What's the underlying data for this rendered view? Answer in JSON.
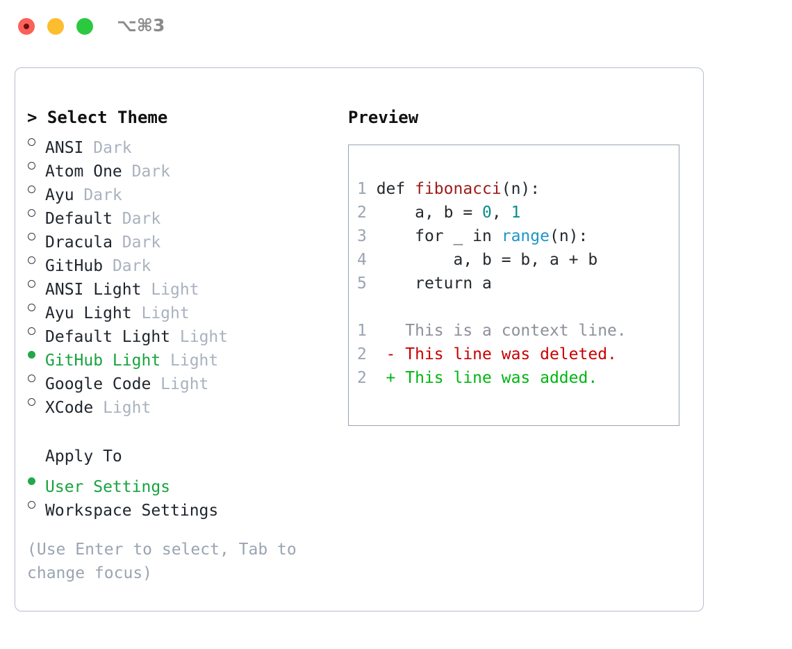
{
  "titlebar": {
    "shortcut": "⌥⌘3",
    "buttons": [
      {
        "name": "close",
        "color": "#fb6059"
      },
      {
        "name": "minimize",
        "color": "#fcbd2e"
      },
      {
        "name": "maximize",
        "color": "#2bc940"
      }
    ]
  },
  "left": {
    "heading": "> Select Theme",
    "themes": [
      {
        "label": "ANSI",
        "variant": "Dark",
        "selected": false
      },
      {
        "label": "Atom One",
        "variant": "Dark",
        "selected": false
      },
      {
        "label": "Ayu",
        "variant": "Dark",
        "selected": false
      },
      {
        "label": "Default",
        "variant": "Dark",
        "selected": false
      },
      {
        "label": "Dracula",
        "variant": "Dark",
        "selected": false
      },
      {
        "label": "GitHub",
        "variant": "Dark",
        "selected": false
      },
      {
        "label": "ANSI Light",
        "variant": "Light",
        "selected": false
      },
      {
        "label": "Ayu Light",
        "variant": "Light",
        "selected": false
      },
      {
        "label": "Default Light",
        "variant": "Light",
        "selected": false
      },
      {
        "label": "GitHub Light",
        "variant": "Light",
        "selected": true
      },
      {
        "label": "Google Code",
        "variant": "Light",
        "selected": false
      },
      {
        "label": "XCode",
        "variant": "Light",
        "selected": false
      }
    ],
    "apply_to": {
      "heading": "Apply To",
      "options": [
        {
          "label": "User Settings",
          "selected": true
        },
        {
          "label": "Workspace Settings",
          "selected": false
        }
      ]
    },
    "hint": "(Use Enter to select, Tab to change focus)"
  },
  "right": {
    "heading": "Preview",
    "code_lines": [
      {
        "num": "1",
        "segments": [
          {
            "text": "def ",
            "style": "plain"
          },
          {
            "text": "fibonacci",
            "style": "fn"
          },
          {
            "text": "(n):",
            "style": "plain"
          }
        ]
      },
      {
        "num": "2",
        "segments": [
          {
            "text": "    a, b = ",
            "style": "plain"
          },
          {
            "text": "0",
            "style": "num"
          },
          {
            "text": ", ",
            "style": "plain"
          },
          {
            "text": "1",
            "style": "num"
          }
        ]
      },
      {
        "num": "3",
        "segments": [
          {
            "text": "    for _ in ",
            "style": "plain"
          },
          {
            "text": "range",
            "style": "blue"
          },
          {
            "text": "(n):",
            "style": "plain"
          }
        ]
      },
      {
        "num": "4",
        "segments": [
          {
            "text": "        a, b = b, a + b",
            "style": "plain"
          }
        ]
      },
      {
        "num": "5",
        "segments": [
          {
            "text": "    return a",
            "style": "plain"
          }
        ]
      }
    ],
    "diff_lines": [
      {
        "num": "1",
        "marker": "  ",
        "text": "This is a context line.",
        "style": "ctx"
      },
      {
        "num": "2",
        "marker": "- ",
        "text": "This line was deleted.",
        "style": "del"
      },
      {
        "num": "2",
        "marker": "+ ",
        "text": "This line was added.",
        "style": "add"
      }
    ]
  },
  "colors": {
    "accent_green": "#17a33f",
    "selected_bullet": "#22a84a",
    "muted": "#a9b2bf",
    "hint": "#9aa4b2",
    "panel_border": "#b6bfcb",
    "preview_border": "#97a3b2",
    "syntax_function": "#9e1b1b",
    "syntax_number": "#098c8c",
    "syntax_builtin": "#1f95c7",
    "diff_deleted": "#c80000",
    "diff_added": "#00b512",
    "line_number": "#9aa4b2"
  }
}
